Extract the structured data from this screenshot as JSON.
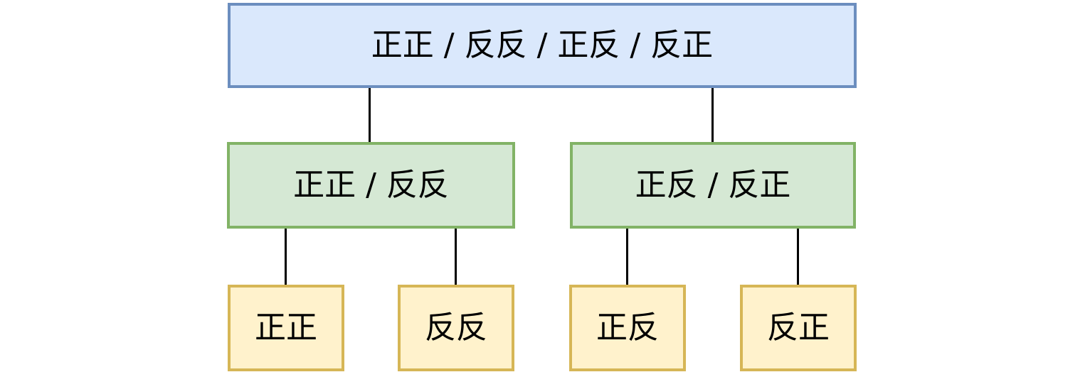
{
  "diagram": {
    "type": "tree",
    "root": {
      "label": "正正 / 反反 / 正反 / 反正"
    },
    "branches": [
      {
        "label": "正正 / 反反",
        "parent": "root"
      },
      {
        "label": "正反 / 反正",
        "parent": "root"
      }
    ],
    "leaves": [
      {
        "label": "正正",
        "parent": "正正 / 反反"
      },
      {
        "label": "反反",
        "parent": "正正 / 反反"
      },
      {
        "label": "正反",
        "parent": "正反 / 反正"
      },
      {
        "label": "反正",
        "parent": "正反 / 反正"
      }
    ],
    "colors": {
      "root_fill": "#dae8fc",
      "root_border": "#6c8ebf",
      "branch_fill": "#d5e8d4",
      "branch_border": "#82b366",
      "leaf_fill": "#fff2cc",
      "leaf_border": "#d6b656",
      "connector": "#000000",
      "text": "#000000",
      "background": "#ffffff"
    }
  }
}
